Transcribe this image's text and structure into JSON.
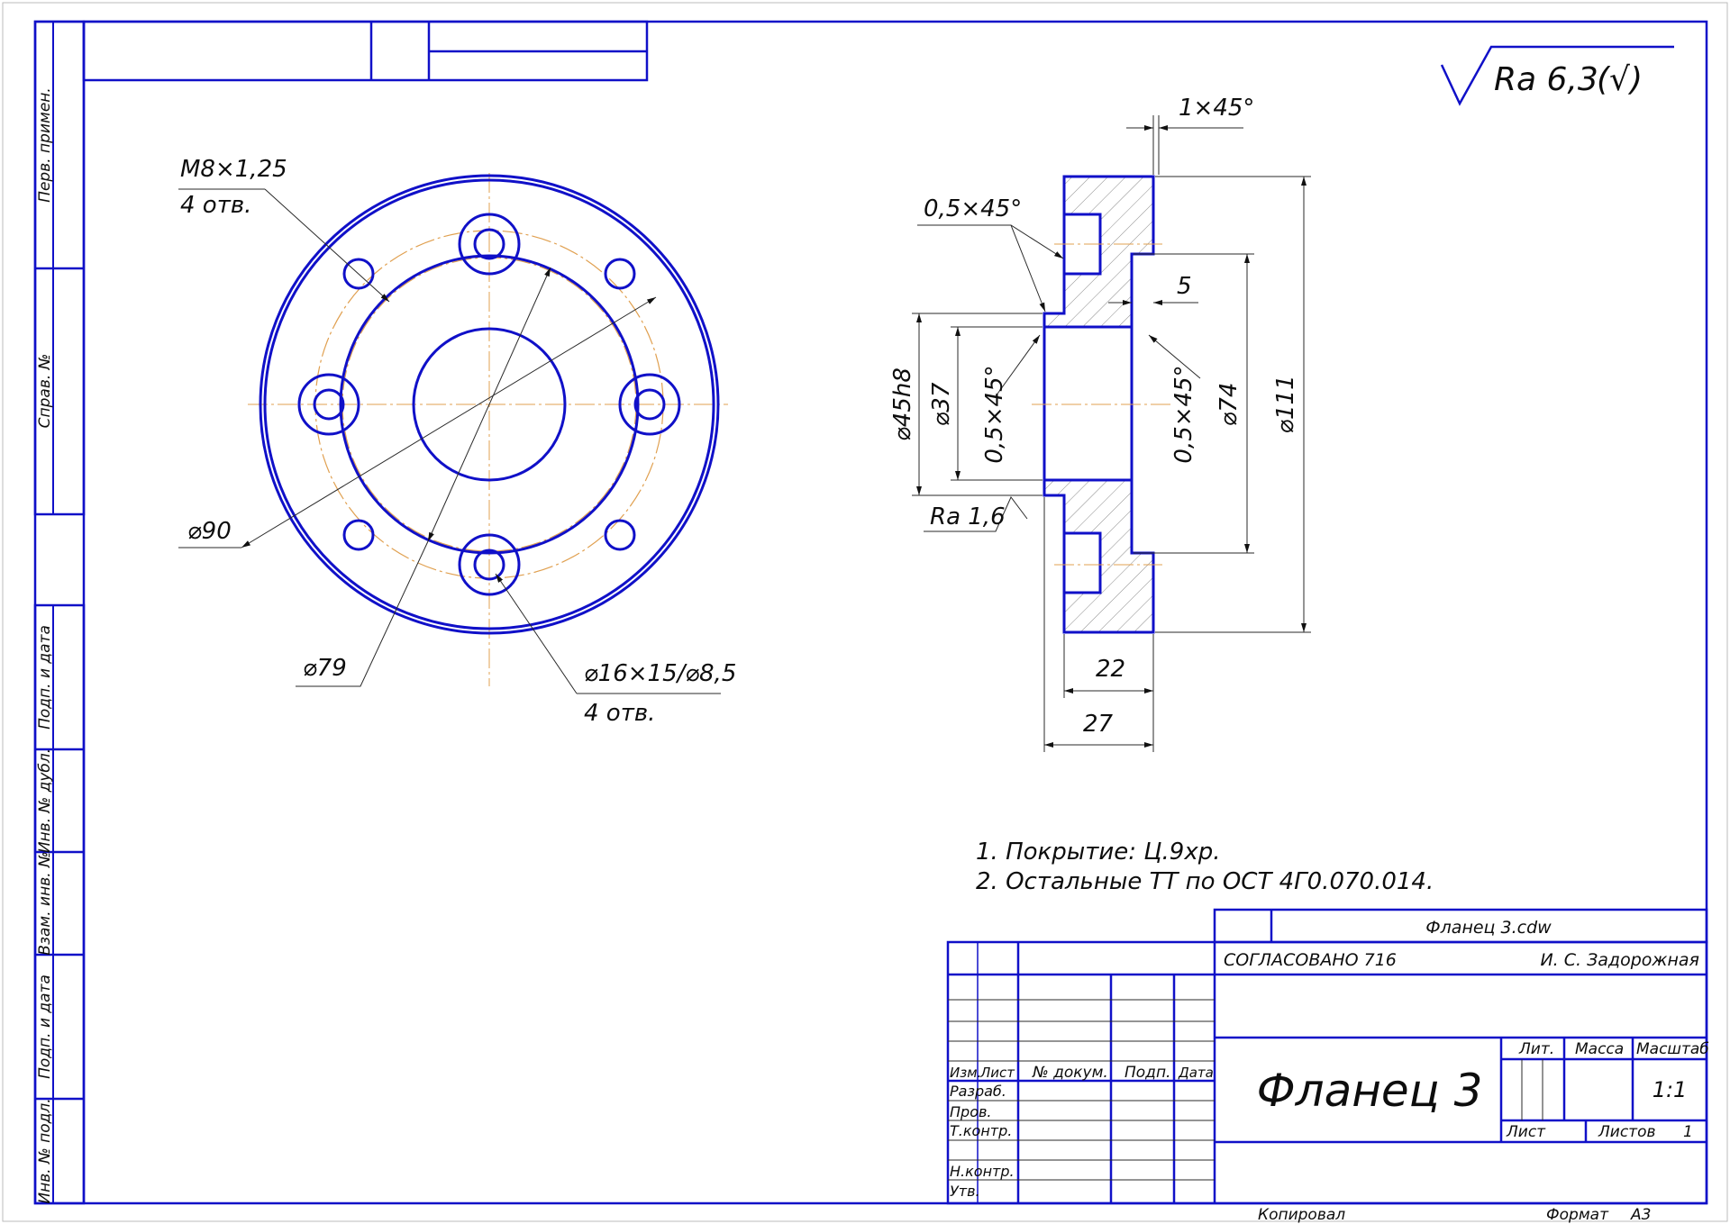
{
  "colors": {
    "outline": "#1010c8",
    "centerline": "#e0a050",
    "dimension": "#2a2a2a",
    "paper": "#ffffff"
  },
  "side_margin": {
    "labels": [
      "Перв. примен.",
      "Справ. №",
      "Подп. и дата",
      "Инв. № дубл.",
      "Взам. инв. №",
      "Подп. и дата",
      "Инв. № подл."
    ]
  },
  "roughness_general": {
    "value": "Ra 6,3",
    "suffix": "(√)"
  },
  "front_view": {
    "labels": {
      "thread": "M8×1,25",
      "thread_count": "4 отв.",
      "d90": "⌀90",
      "d79": "⌀79",
      "counterbore": "⌀16×15/⌀8,5",
      "counterbore_count": "4 отв."
    }
  },
  "section_view": {
    "labels": {
      "chamfer_top": "1×45°",
      "chamfer_left": "0,5×45°",
      "dim5": "5",
      "d45": "⌀45h8",
      "d37": "⌀37",
      "chamfer_bore_left": "0,5×45°",
      "chamfer_bore_right": "0,5×45°",
      "d74": "⌀74",
      "d111": "⌀111",
      "ra16": "Ra 1,6",
      "w22": "22",
      "w27": "27"
    }
  },
  "notes": [
    "1. Покрытие: Ц.9хр.",
    "2. Остальные ТТ по ОСТ 4Г0.070.014."
  ],
  "title_block": {
    "file_name": "Фланец 3.cdw",
    "approved": "СОГЛАСОВАНО 716",
    "approver": "И. С. Задорожная",
    "part_name": "Фланец 3",
    "col_headers": {
      "izm": "Изм.",
      "list": "Лист",
      "doc": "№ докум.",
      "sign": "Подп.",
      "date": "Дата"
    },
    "roles": {
      "developer": "Разраб.",
      "checker": "Пров.",
      "tech": "Т.контр.",
      "norm": "Н.контр.",
      "approve": "Утв."
    },
    "lit": "Лит.",
    "mass": "Масса",
    "scale_label": "Масштаб",
    "scale": "1:1",
    "sheet": "Лист",
    "sheets": "Листов",
    "sheets_count": "1",
    "copied": "Копировал",
    "format_label": "Формат",
    "format": "А3"
  }
}
